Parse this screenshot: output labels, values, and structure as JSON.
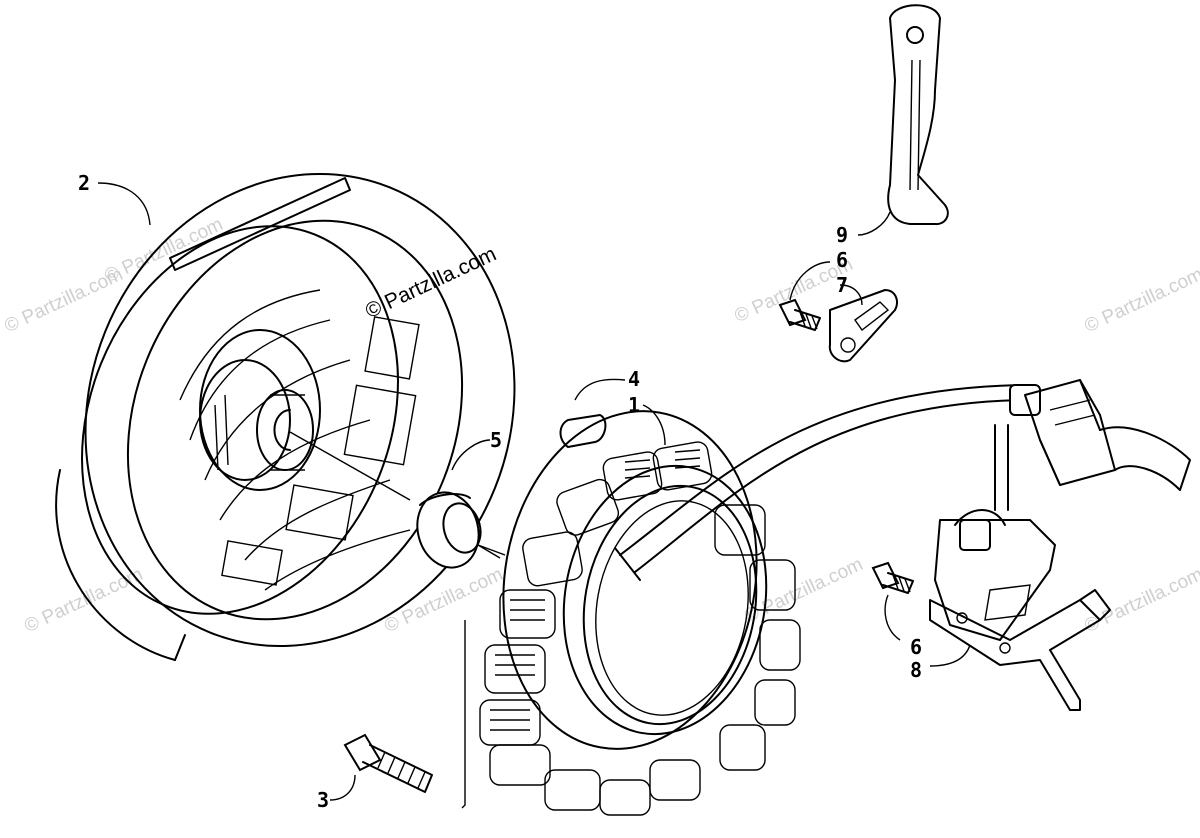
{
  "watermark": {
    "main": "© Partzilla.com",
    "faint": "© Partzilla.com"
  },
  "callouts": [
    {
      "id": "c2",
      "label": "2"
    },
    {
      "id": "c5",
      "label": "5"
    },
    {
      "id": "c4",
      "label": "4"
    },
    {
      "id": "c1",
      "label": "1"
    },
    {
      "id": "c9",
      "label": "9"
    },
    {
      "id": "c6a",
      "label": "6"
    },
    {
      "id": "c7",
      "label": "7"
    },
    {
      "id": "c6b",
      "label": "6"
    },
    {
      "id": "c8",
      "label": "8"
    },
    {
      "id": "c3",
      "label": "3"
    }
  ],
  "colors": {
    "line": "#000000",
    "watermark": "#cfcfcf",
    "background": "#ffffff"
  }
}
